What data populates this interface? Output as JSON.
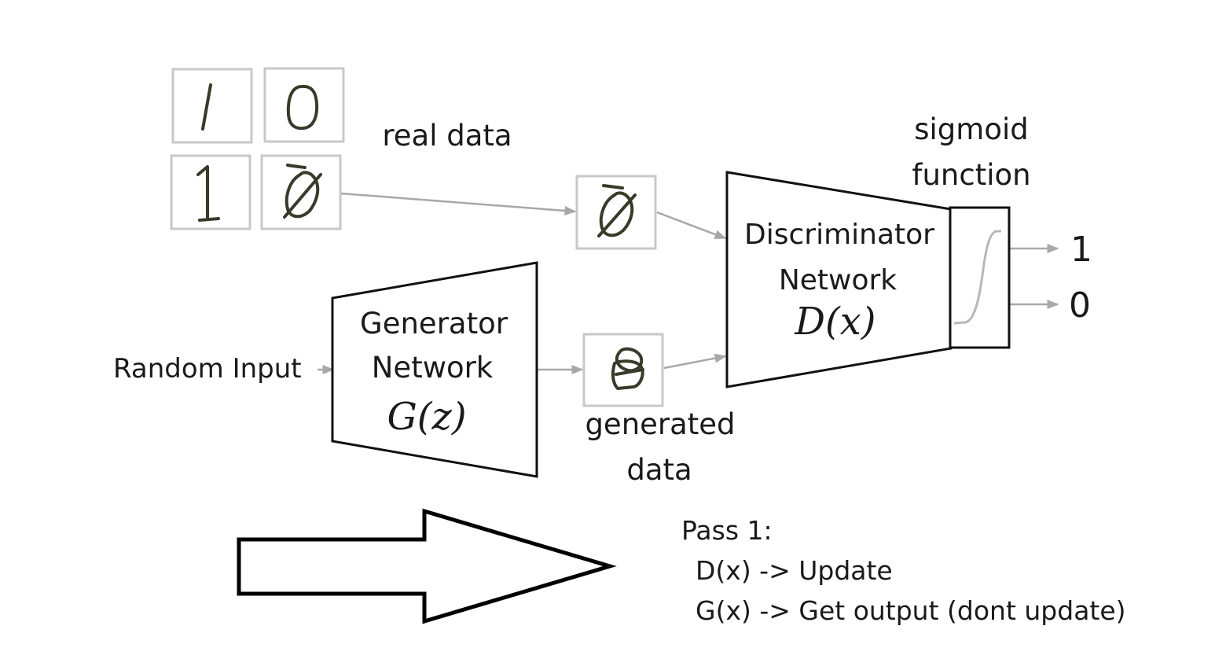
{
  "labels": {
    "real_data": "real data",
    "sigmoid_line1": "sigmoid",
    "sigmoid_line2": "function",
    "discriminator_line1": "Discriminator",
    "discriminator_line2": "Network",
    "discriminator_math": "D(x)",
    "generator_line1": "Generator",
    "generator_line2": "Network",
    "generator_math": "G(z)",
    "random_input": "Random Input",
    "generated_line1": "generated",
    "generated_line2": "data",
    "output_one": "1",
    "output_zero": "0"
  },
  "notes": {
    "title": "Pass 1:",
    "line1": "D(x) -> Update",
    "line2": "G(x) -> Get output (dont update)"
  },
  "colors": {
    "ink": "#3a3a2a",
    "connector": "#a8a8a8",
    "outline": "#111111"
  }
}
